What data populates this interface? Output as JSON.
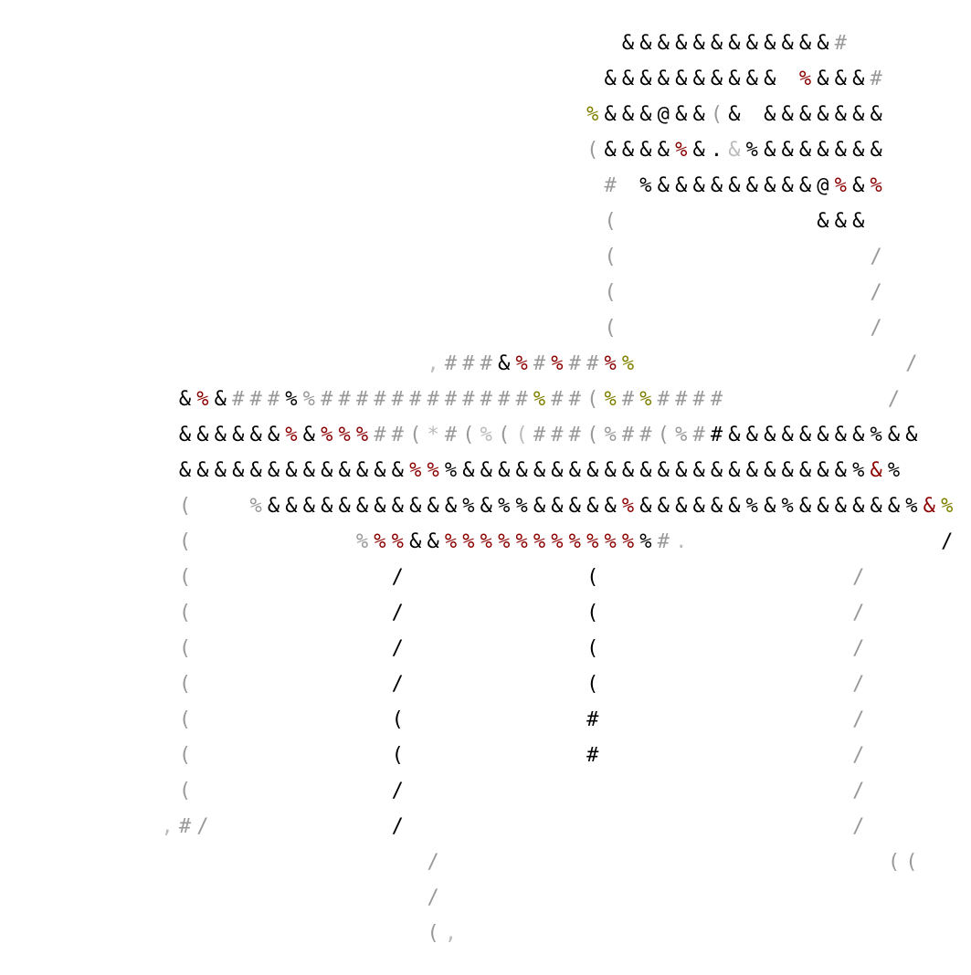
{
  "art": {
    "palette": {
      "0": "#000000",
      "1": "#8b0000",
      "2": "#808000",
      "3": "#999999",
      "4": "#bbbbbb"
    },
    "rows": [
      {
        "start": 35,
        "text": "&&&&&&&&&&&&#",
        "colors": "0000000000003"
      },
      {
        "start": 34,
        "text": "&&&&&&&&&& %&&&#",
        "colors": "0000000000010003"
      },
      {
        "start": 33,
        "text": "%&&&@&&(& &&&&&&&",
        "colors": "20000003000000000"
      },
      {
        "start": 33,
        "text": "(&&&&%&.&%&&&&&&&",
        "colors": "30000100400000000"
      },
      {
        "start": 34,
        "text": "# %&&&&&&&&&@%&%",
        "colors": "3000000000000101"
      },
      {
        "start": 34,
        "text": "(           &&&",
        "colors": "300000000000000"
      },
      {
        "start": 34,
        "text": "(              /",
        "colors": "3000000000000003"
      },
      {
        "start": 34,
        "text": "(              /",
        "colors": "3000000000000003"
      },
      {
        "start": 34,
        "text": "(              /",
        "colors": "3000000000000003"
      },
      {
        "start": 24,
        "text": ",###&%#%##%%               /",
        "colors": "4333013133120000000000000003"
      },
      {
        "start": 10,
        "text": "&%&###%%############%##(%#%####         /",
        "colors": "01033303333333333333233323233330000000003"
      },
      {
        "start": 10,
        "text": "&&&&&&%&%%%##(*#(%((###(%##(%##&&&&&&&&%&&",
        "colors": "000000101113334334343333333333000000000000"
      },
      {
        "start": 10,
        "text": "&&&&&&&&&&&&&%%%&&&&&&&&&&&&&&&&&&&&&&%&%",
        "colors": "000000000000011000000000000000000000000101"
      },
      {
        "start": 10,
        "text": "(   %&&&&&&&&&&&%&%%&&&&&%&&&&&&%&%&&&&&&%&%",
        "colors": "30003000000000000000000001000000000000000012"
      },
      {
        "start": 10,
        "text": "(         %%%&&%%%%%%%%%%%%#.              /",
        "colors": "3000000000311001111111111103400000000000003"
      },
      {
        "start": 10,
        "text": "(           /          (              /",
        "colors": "300000000003000000000030000000000000003"
      },
      {
        "start": 10,
        "text": "(           /          (              /",
        "colors": "300000000003000000000030000000000000003"
      },
      {
        "start": 10,
        "text": "(           /          (              /",
        "colors": "300000000003000000000030000000000000003"
      },
      {
        "start": 10,
        "text": "(           /          (              /",
        "colors": "300000000003000000000030000000000000003"
      },
      {
        "start": 10,
        "text": "(           (          #              /",
        "colors": "300000000003000000000030000000000000003"
      },
      {
        "start": 10,
        "text": "(           (          #              /",
        "colors": "300000000003000000000030000000000000003"
      },
      {
        "start": 10,
        "text": "(           /                         /",
        "colors": "300000000003000000000000000000000000003"
      },
      {
        "start": 9,
        "text": ",#/          /                         /",
        "colors": "4330000000003000000000000000000000000003"
      },
      {
        "start": 24,
        "text": "/                         ((",
        "colors": "3000000000000000000000000033"
      },
      {
        "start": 24,
        "text": "/",
        "colors": "3"
      },
      {
        "start": 24,
        "text": "(,",
        "colors": "34"
      }
    ]
  }
}
